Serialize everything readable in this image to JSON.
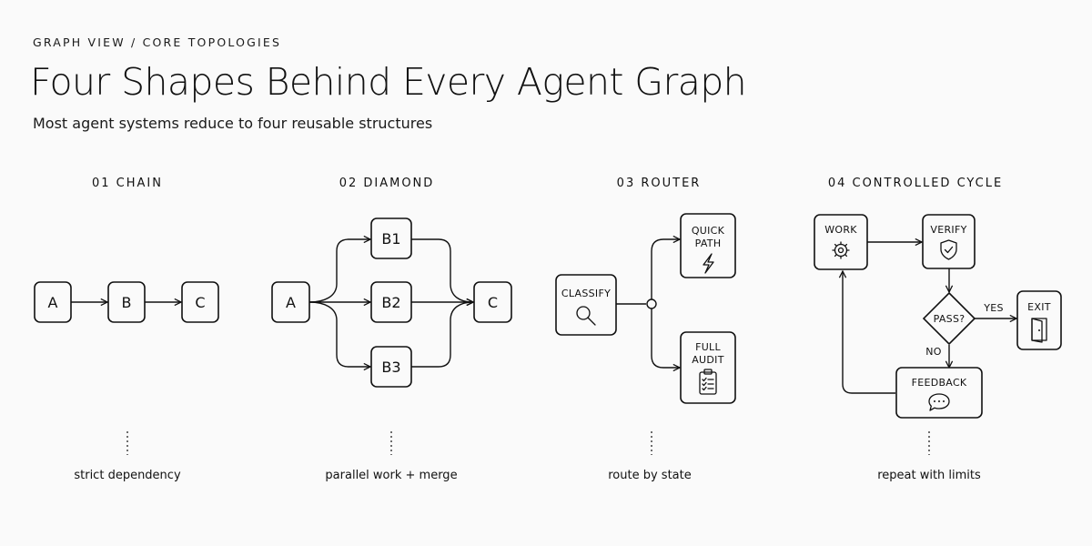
{
  "header": {
    "eyebrow": "GRAPH VIEW / CORE TOPOLOGIES",
    "title": "Four Shapes Behind Every Agent Graph",
    "subtitle": "Most agent systems reduce to four reusable structures"
  },
  "sections": [
    {
      "heading": "01  CHAIN",
      "caption": "strict dependency",
      "nodes": {
        "a": "A",
        "b": "B",
        "c": "C"
      }
    },
    {
      "heading": "02  DIAMOND",
      "caption": "parallel work + merge",
      "nodes": {
        "a": "A",
        "b1": "B1",
        "b2": "B2",
        "b3": "B3",
        "c": "C"
      }
    },
    {
      "heading": "03  ROUTER",
      "caption": "route by state",
      "nodes": {
        "classify": "CLASSIFY",
        "quick_path": [
          "QUICK",
          "PATH"
        ],
        "full_audit": [
          "FULL",
          "AUDIT"
        ]
      },
      "icons": {
        "classify": "magnifier-icon",
        "quick_path": "lightning-icon",
        "full_audit": "clipboard-checklist-icon"
      }
    },
    {
      "heading": "04  CONTROLLED CYCLE",
      "caption": "repeat with limits",
      "nodes": {
        "work": "WORK",
        "verify": "VERIFY",
        "pass": "PASS?",
        "exit": "EXIT",
        "feedback": "FEEDBACK"
      },
      "edge_labels": {
        "yes": "YES",
        "no": "NO"
      },
      "icons": {
        "work": "gear-icon",
        "verify": "shield-check-icon",
        "exit": "door-exit-icon",
        "feedback": "speech-bubble-icon"
      }
    }
  ]
}
